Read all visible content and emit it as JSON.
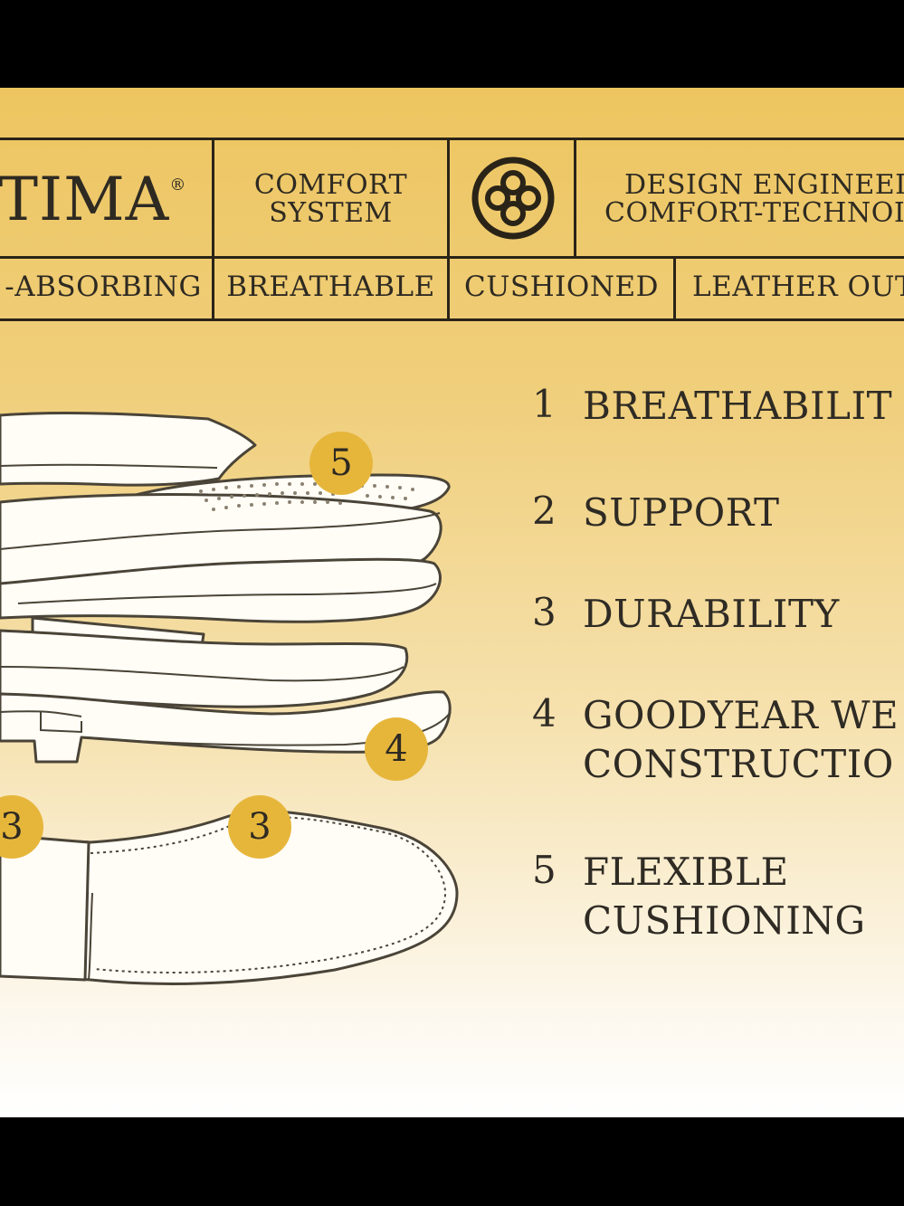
{
  "header": {
    "brand": "TIMA",
    "registered_mark": "®",
    "comfort_system": [
      "COMFORT",
      "SYSTEM"
    ],
    "emblem_icon": "four-circle-emblem-icon",
    "design_tagline": [
      "DESIGN ENGINEEI",
      "COMFORT-TECHNOI"
    ],
    "attributes": [
      "-ABSORBING",
      "BREATHABLE",
      "CUSHIONED",
      "LEATHER OUT"
    ]
  },
  "callouts": {
    "marker_color": "#e6b63b",
    "insole": "5",
    "welt": "4",
    "outsole_heel": "3",
    "outsole_toe": "3"
  },
  "features": [
    {
      "number": "1",
      "lines": [
        "BREATHABILIT"
      ]
    },
    {
      "number": "2",
      "lines": [
        "SUPPORT"
      ]
    },
    {
      "number": "3",
      "lines": [
        "DURABILITY"
      ]
    },
    {
      "number": "4",
      "lines": [
        "GOODYEAR WE",
        "CONSTRUCTIO"
      ]
    },
    {
      "number": "5",
      "lines": [
        "FLEXIBLE",
        "CUSHIONING"
      ]
    }
  ],
  "colors": {
    "background_top": "#edc560",
    "background_bottom": "#ffffff",
    "line_ink": "#2a2418",
    "letterbox": "#000000"
  }
}
